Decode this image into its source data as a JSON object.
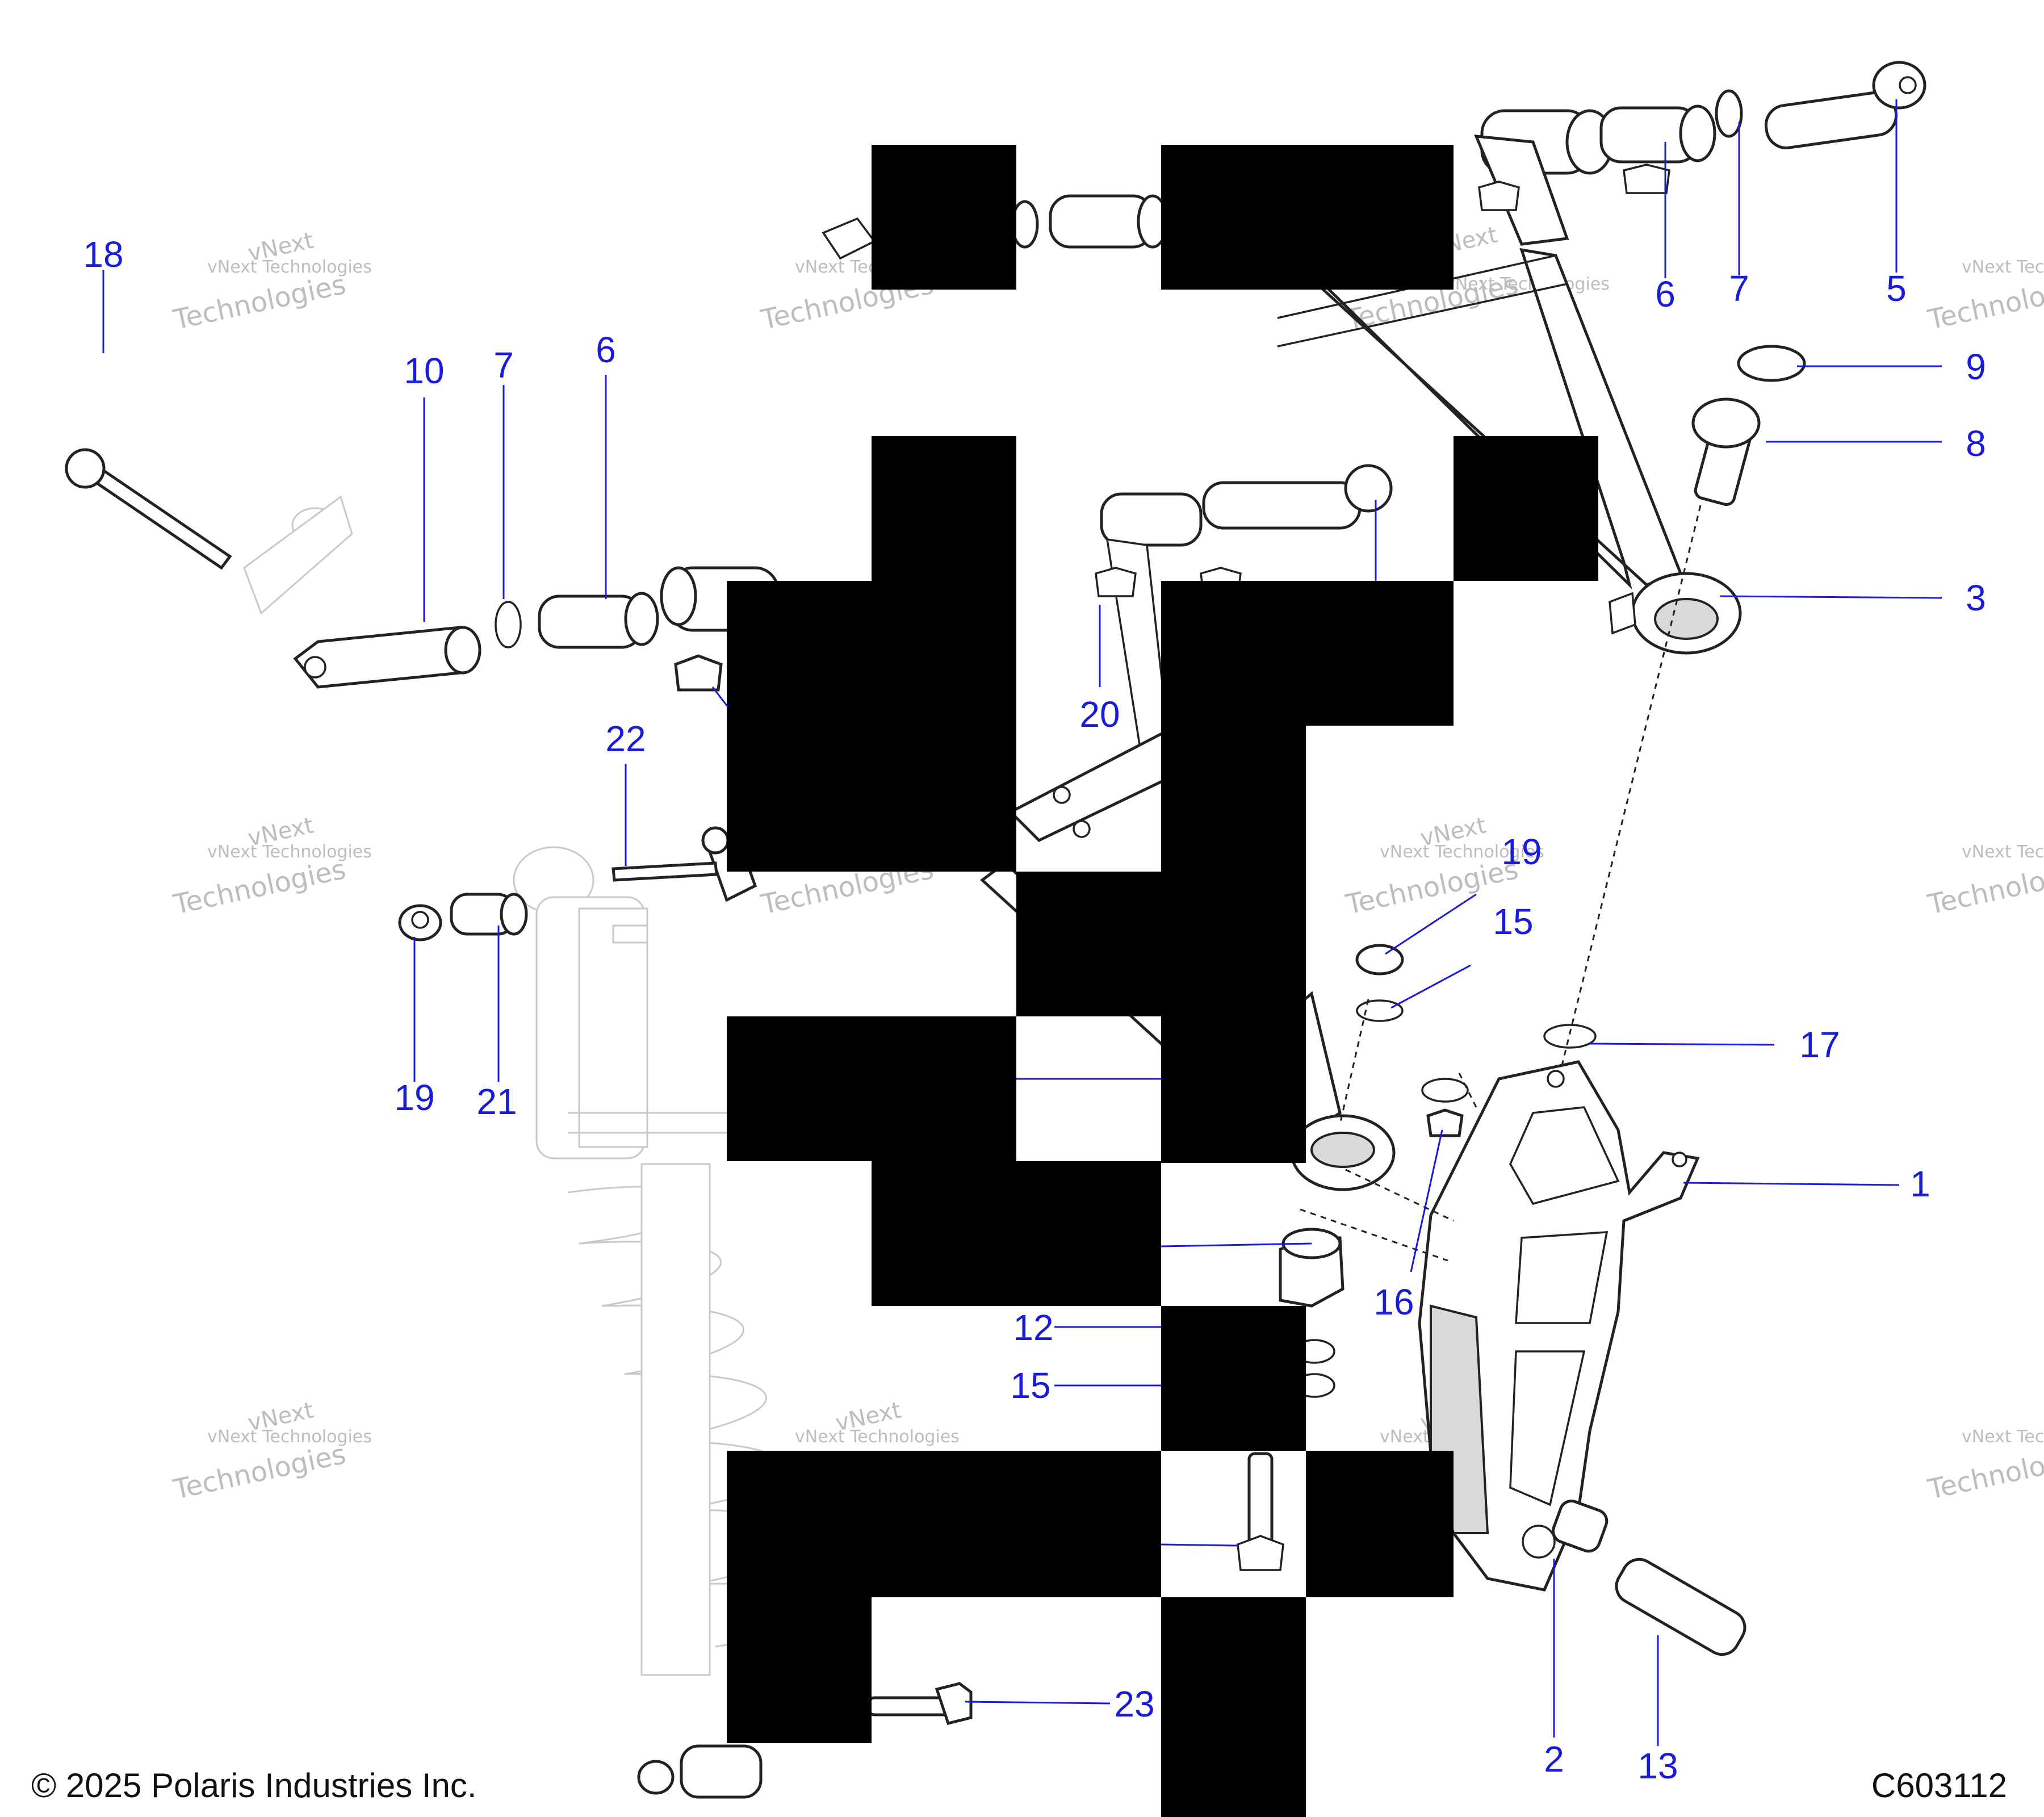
{
  "footer": {
    "copyright": "© 2025 Polaris Industries Inc.",
    "figure_code": "C603112"
  },
  "watermark": {
    "line1": "vNext",
    "line2": "vNext Technologies",
    "line3": "Technologies"
  },
  "callouts": [
    {
      "id": "c18",
      "label": "18"
    },
    {
      "id": "c10",
      "label": "10"
    },
    {
      "id": "c7a",
      "label": "7"
    },
    {
      "id": "c6a",
      "label": "6"
    },
    {
      "id": "c6b",
      "label": "6"
    },
    {
      "id": "c7b",
      "label": "7"
    },
    {
      "id": "c5",
      "label": "5"
    },
    {
      "id": "c9",
      "label": "9"
    },
    {
      "id": "c8",
      "label": "8"
    },
    {
      "id": "c3",
      "label": "3"
    },
    {
      "id": "c20",
      "label": "20"
    },
    {
      "id": "c22",
      "label": "22"
    },
    {
      "id": "c19a",
      "label": "19"
    },
    {
      "id": "c15a",
      "label": "15"
    },
    {
      "id": "c17",
      "label": "17"
    },
    {
      "id": "c1",
      "label": "1"
    },
    {
      "id": "c19b",
      "label": "19"
    },
    {
      "id": "c21",
      "label": "21"
    },
    {
      "id": "c16",
      "label": "16"
    },
    {
      "id": "c12",
      "label": "12"
    },
    {
      "id": "c15b",
      "label": "15"
    },
    {
      "id": "c23",
      "label": "23"
    },
    {
      "id": "c2",
      "label": "2"
    },
    {
      "id": "c13",
      "label": "13"
    }
  ],
  "colors": {
    "callout": "#1a1ad9",
    "line": "#222222",
    "redaction": "#000000"
  }
}
